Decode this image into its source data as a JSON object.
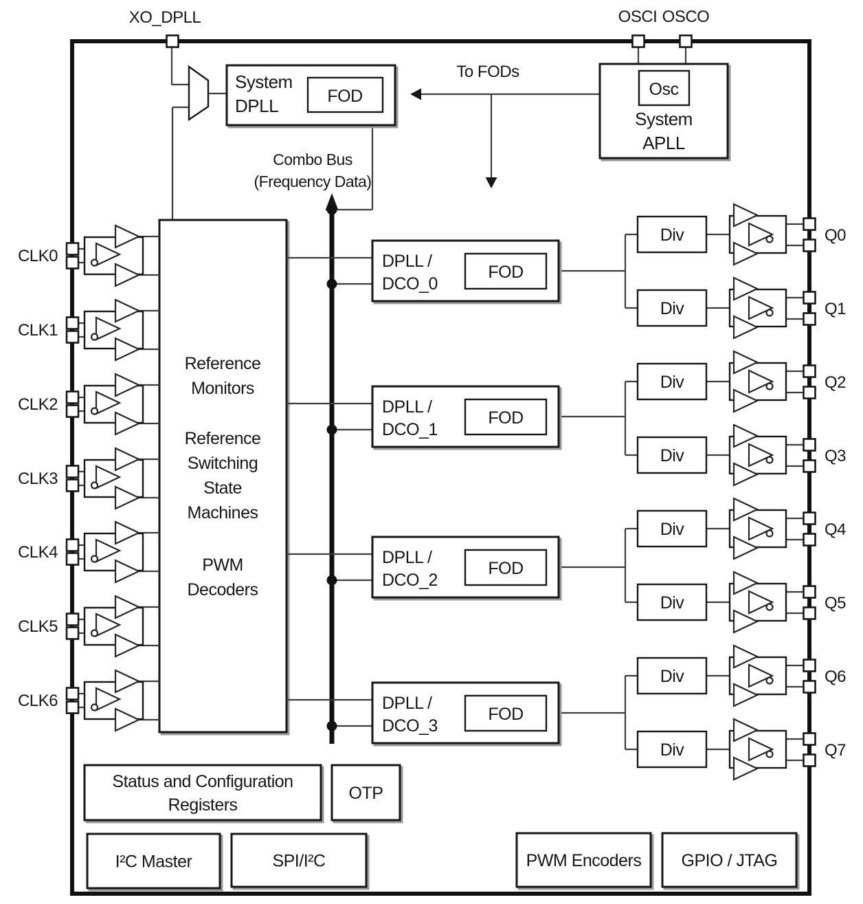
{
  "pins": {
    "xo_dpll": "XO_DPLL",
    "osci": "OSCI",
    "osco": "OSCO",
    "clk_inputs": [
      "CLK0",
      "CLK1",
      "CLK2",
      "CLK3",
      "CLK4",
      "CLK5",
      "CLK6"
    ],
    "q_outputs": [
      "Q0",
      "Q1",
      "Q2",
      "Q3",
      "Q4",
      "Q5",
      "Q6",
      "Q7"
    ]
  },
  "blocks": {
    "system_dpll": {
      "label_lines": [
        "System",
        "DPLL"
      ],
      "fod": "FOD"
    },
    "system_apll": {
      "osc": "Osc",
      "label_lines": [
        "System",
        "APLL"
      ]
    },
    "reference": {
      "groups": [
        [
          "Reference",
          "Monitors"
        ],
        [
          "Reference",
          "Switching",
          "State",
          "Machines"
        ],
        [
          "PWM",
          "Decoders"
        ]
      ]
    },
    "dpll_dco": [
      {
        "line1": "DPLL /",
        "line2": "DCO_0",
        "fod": "FOD"
      },
      {
        "line1": "DPLL /",
        "line2": "DCO_1",
        "fod": "FOD"
      },
      {
        "line1": "DPLL /",
        "line2": "DCO_2",
        "fod": "FOD"
      },
      {
        "line1": "DPLL /",
        "line2": "DCO_3",
        "fod": "FOD"
      }
    ],
    "divider_label": "Div",
    "bottom_blocks": [
      {
        "id": "status-config-registers",
        "lines": [
          "Status and Configuration",
          "Registers"
        ]
      },
      {
        "id": "otp",
        "lines": [
          "OTP"
        ]
      },
      {
        "id": "i2c-master",
        "lines": [
          "I²C Master"
        ]
      },
      {
        "id": "spi-i2c",
        "lines": [
          "SPI/I²C"
        ]
      },
      {
        "id": "pwm-encoders",
        "lines": [
          "PWM Encoders"
        ]
      },
      {
        "id": "gpio-jtag",
        "lines": [
          "GPIO / JTAG"
        ]
      }
    ]
  },
  "annotations": {
    "to_fods": "To FODs",
    "combo_bus": [
      "Combo Bus",
      "(Frequency Data)"
    ]
  },
  "colors": {
    "background": "#ffffff",
    "block_line": "#161616",
    "connector": "#3c3c3c",
    "shadow": "#9b9b9b",
    "text": "#16161a"
  }
}
